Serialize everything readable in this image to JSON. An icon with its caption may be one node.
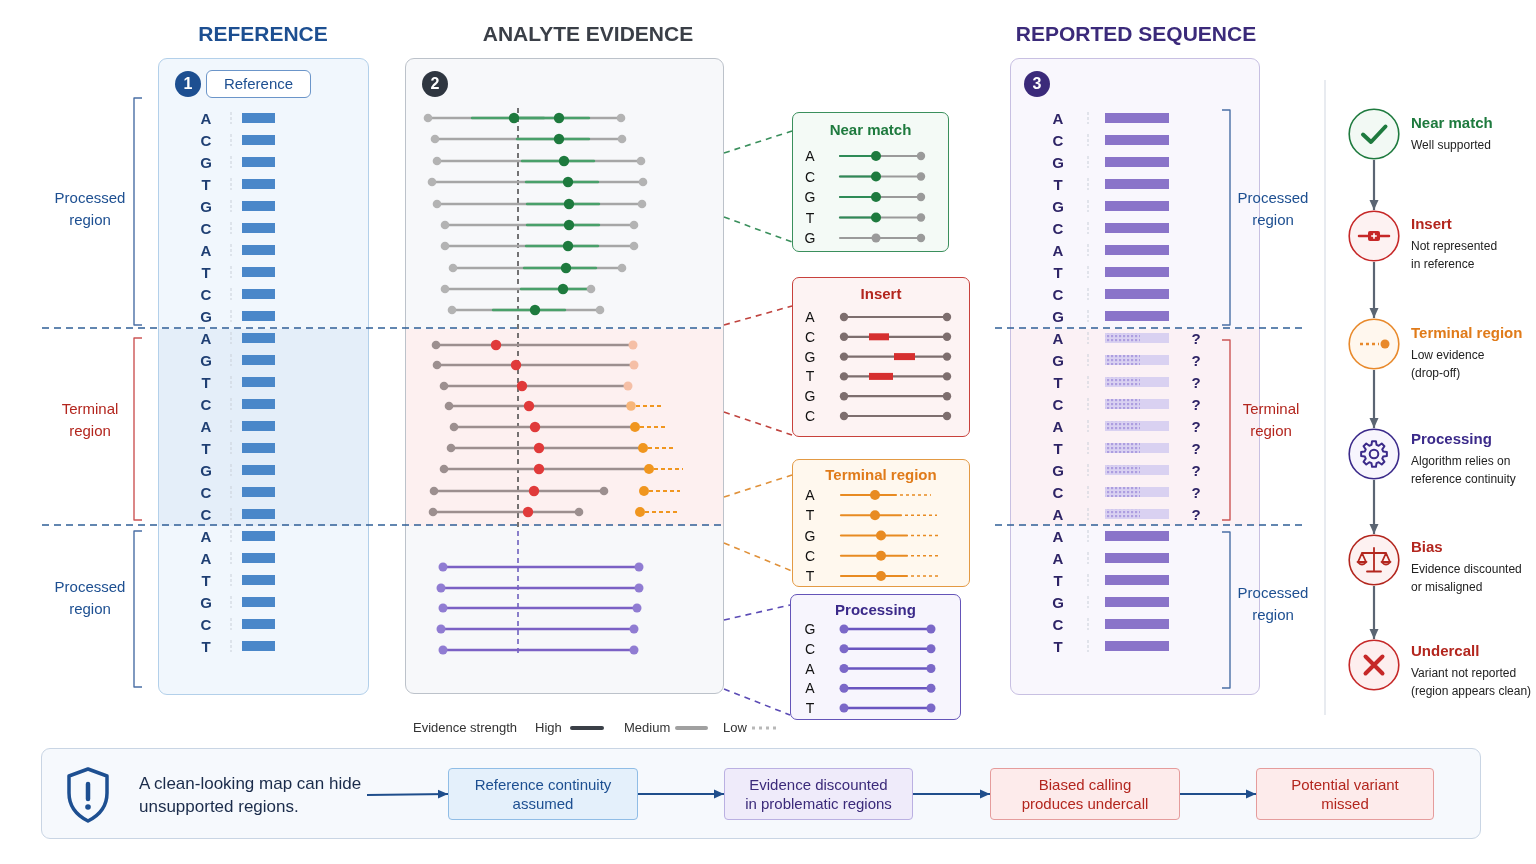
{
  "diagram": {
    "nodes": [
      {
        "text": [
          "REFERENCE",
          "A",
          "C",
          "G",
          "T",
          "G",
          "C",
          "A",
          "T",
          "C",
          "G",
          "A",
          "G",
          "T",
          "C",
          "A",
          "T",
          "G",
          "C",
          "C",
          "A",
          "A",
          "T",
          "G",
          "C",
          "T"
        ]
      },
      {
        "text": [
          "1"
        ],
        "in": 0
      },
      {
        "text": [
          "Reference"
        ],
        "in": 0
      },
      {
        "text": [
          "ANALYTE EVIDENCE"
        ]
      },
      {
        "text": [
          "2"
        ],
        "in": 3
      },
      {
        "text": [
          "Near match",
          "A",
          "C",
          "G",
          "T",
          "G"
        ]
      },
      {
        "text": [
          "Insert",
          "A",
          "C",
          "G",
          "T",
          "G",
          "C"
        ]
      },
      {
        "text": [
          "Terminal region",
          "A",
          "T",
          "G",
          "C",
          "T"
        ]
      },
      {
        "text": [
          "Processing",
          "G",
          "C",
          "A",
          "A",
          "T"
        ]
      },
      {
        "text": [
          "REPORTED SEQUENCE",
          "A",
          "C",
          "G",
          "T",
          "G",
          "C",
          "A",
          "T",
          "C",
          "G",
          "A",
          "?",
          "G",
          "?",
          "T",
          "?",
          "C",
          "?",
          "A",
          "?",
          "T",
          "?",
          "G",
          "?",
          "C",
          "?",
          "A",
          "?",
          "A",
          "A",
          "T",
          "G",
          "C",
          "T"
        ]
      },
      {
        "text": [
          "3"
        ],
        "in": 9
      },
      {
        "text": [],
        "shape": "circle",
        "beside": [
          "Near match",
          "Well supported"
        ]
      },
      {
        "text": [],
        "shape": "circle",
        "beside": [
          "Insert",
          "Not represented in reference"
        ]
      },
      {
        "text": [],
        "shape": "circle",
        "beside": [
          "Terminal region",
          "Low evidence (drop-off)"
        ]
      },
      {
        "text": [],
        "shape": "circle",
        "beside": [
          "Processing",
          "Algorithm relies on reference continuity"
        ]
      },
      {
        "text": [],
        "shape": "circle",
        "beside": [
          "Bias",
          "Evidence discounted or misaligned"
        ]
      },
      {
        "text": [],
        "shape": "circle",
        "beside": [
          "Undercall",
          "Variant not reported (region appears clean)"
        ]
      },
      {
        "text": [],
        "shape": "box"
      },
      {
        "text": [
          "A clean-looking map can hide unsupported regions."
        ],
        "in": 17
      },
      {
        "text": [
          "Reference continuity assumed"
        ],
        "in": 17
      },
      {
        "text": [
          "Evidence discounted in problematic regions"
        ],
        "in": 17
      },
      {
        "text": [
          "Biased calling produces undercall"
        ],
        "in": 17
      },
      {
        "text": [
          "Potential variant missed"
        ],
        "in": 17
      }
    ],
    "edges": [
      {
        "from": 3,
        "to": 5,
        "arrow": "none",
        "style": "dashed",
        "color": "#3a8f5c"
      },
      {
        "from": 3,
        "to": 5,
        "arrow": "none",
        "style": "dashed",
        "color": "#3a8f5c"
      },
      {
        "from": 3,
        "to": 6,
        "arrow": "none",
        "style": "dashed",
        "color": "#c0443f"
      },
      {
        "from": 3,
        "to": 6,
        "arrow": "none",
        "style": "dashed",
        "color": "#c0443f"
      },
      {
        "from": 3,
        "to": 7,
        "arrow": "none",
        "style": "dashed",
        "color": "#e0913a"
      },
      {
        "from": 3,
        "to": 7,
        "arrow": "none",
        "style": "dashed",
        "color": "#e0913a"
      },
      {
        "from": 3,
        "to": 8,
        "arrow": "none",
        "style": "dashed",
        "color": "#5b4bb5"
      },
      {
        "from": 3,
        "to": 8,
        "arrow": "none",
        "style": "dashed",
        "color": "#5b4bb5"
      },
      {
        "from": 11,
        "to": 12,
        "arrow": "to"
      },
      {
        "from": 12,
        "to": 13,
        "arrow": "to"
      },
      {
        "from": 13,
        "to": 14,
        "arrow": "to"
      },
      {
        "from": 14,
        "to": 15,
        "arrow": "to"
      },
      {
        "from": 15,
        "to": 16,
        "arrow": "to"
      },
      {
        "from": 18,
        "to": 19,
        "arrow": "to",
        "color": "#1f4e8c"
      },
      {
        "from": 19,
        "to": 20,
        "arrow": "to",
        "color": "#1f4e8c"
      },
      {
        "from": 20,
        "to": 21,
        "arrow": "to",
        "color": "#1f4e8c"
      },
      {
        "from": 21,
        "to": 22,
        "arrow": "to",
        "color": "#1f4e8c"
      }
    ],
    "labels": [
      "Processed region",
      "Terminal region",
      "Processed region",
      "Processed region",
      "Terminal region",
      "Processed region",
      "Evidence strength"
    ],
    "legend": [
      {
        "text": "High"
      },
      {
        "text": "Medium"
      },
      {
        "text": "Low"
      }
    ]
  }
}
